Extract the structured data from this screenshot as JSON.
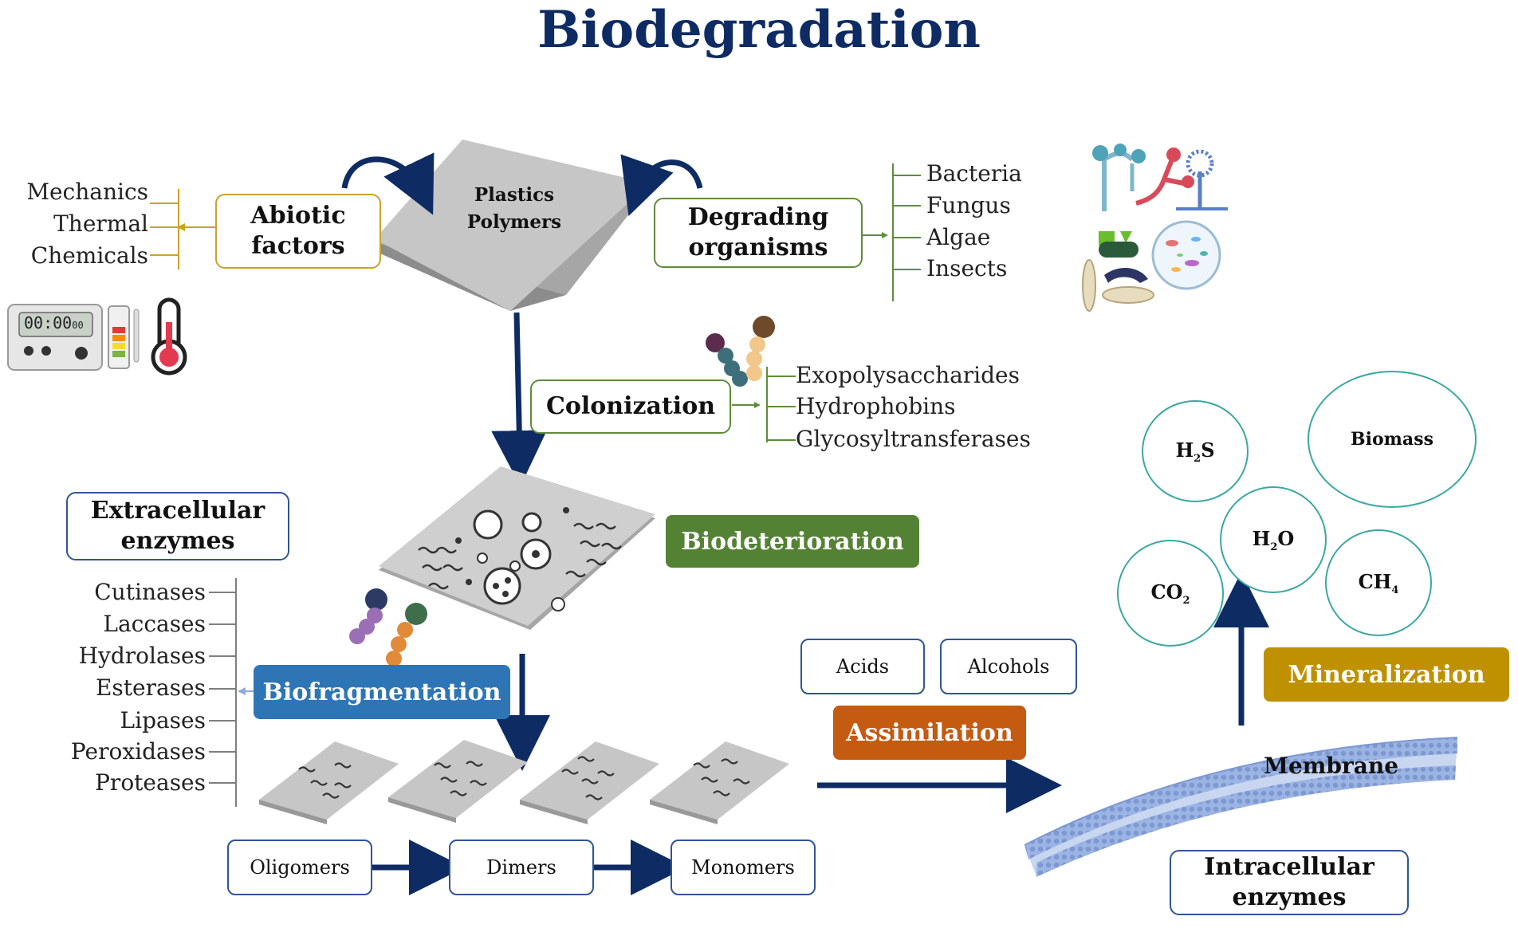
{
  "title": "Biodegradation",
  "abiotic": {
    "label_line1": "Abiotic",
    "label_line2": "factors",
    "items": [
      "Mechanics",
      "Thermal",
      "Chemicals"
    ],
    "timer_display": "00:00",
    "timer_small": "00"
  },
  "center": {
    "line1": "Plastics",
    "line2": "Polymers"
  },
  "degrading": {
    "label_line1": "Degrading",
    "label_line2": "organisms",
    "items": [
      "Bacteria",
      "Fungus",
      "Algae",
      "Insects"
    ]
  },
  "colonization": {
    "label": "Colonization",
    "items": [
      "Exopolysaccharides",
      "Hydrophobins",
      "Glycosyltransferases"
    ]
  },
  "biodeterioration": {
    "label": "Biodeterioration"
  },
  "extracellular": {
    "label_line1": "Extracellular",
    "label_line2": "enzymes",
    "items": [
      "Cutinases",
      "Laccases",
      "Hydrolases",
      "Esterases",
      "Lipases",
      "Peroxidases",
      "Proteases"
    ]
  },
  "biofragmentation": {
    "label": "Biofragmentation"
  },
  "products": [
    "Oligomers",
    "Dimers",
    "Monomers"
  ],
  "assimilation": {
    "label": "Assimilation",
    "inputs": [
      "Acids",
      "Alcohols"
    ]
  },
  "membrane": {
    "label": "Membrane"
  },
  "intracellular": {
    "label_line1": "Intracellular",
    "label_line2": "enzymes"
  },
  "mineralization": {
    "label": "Mineralization"
  },
  "outputs": {
    "h2s": {
      "main": "H",
      "sub": "2",
      "tail": "S"
    },
    "biomass": "Biomass",
    "h2o": {
      "main": "H",
      "sub": "2",
      "tail": "O"
    },
    "co2": {
      "main": "CO",
      "sub": "2",
      "tail": ""
    },
    "ch4": {
      "main": "CH",
      "sub": "4",
      "tail": ""
    }
  },
  "colors": {
    "navy": "#0e2c63",
    "abiotic_border": "#c9a227",
    "green_border": "#5e8c3a",
    "biodeterioration": "#548235",
    "biofragmentation": "#2e75b6",
    "assimilation": "#c55a11",
    "mineralization": "#bf9000",
    "blue_border": "#2f5597",
    "bubble_border": "#3aa8a0",
    "plate_gray": "#bfbfbf",
    "membrane": "#8ea9db"
  }
}
